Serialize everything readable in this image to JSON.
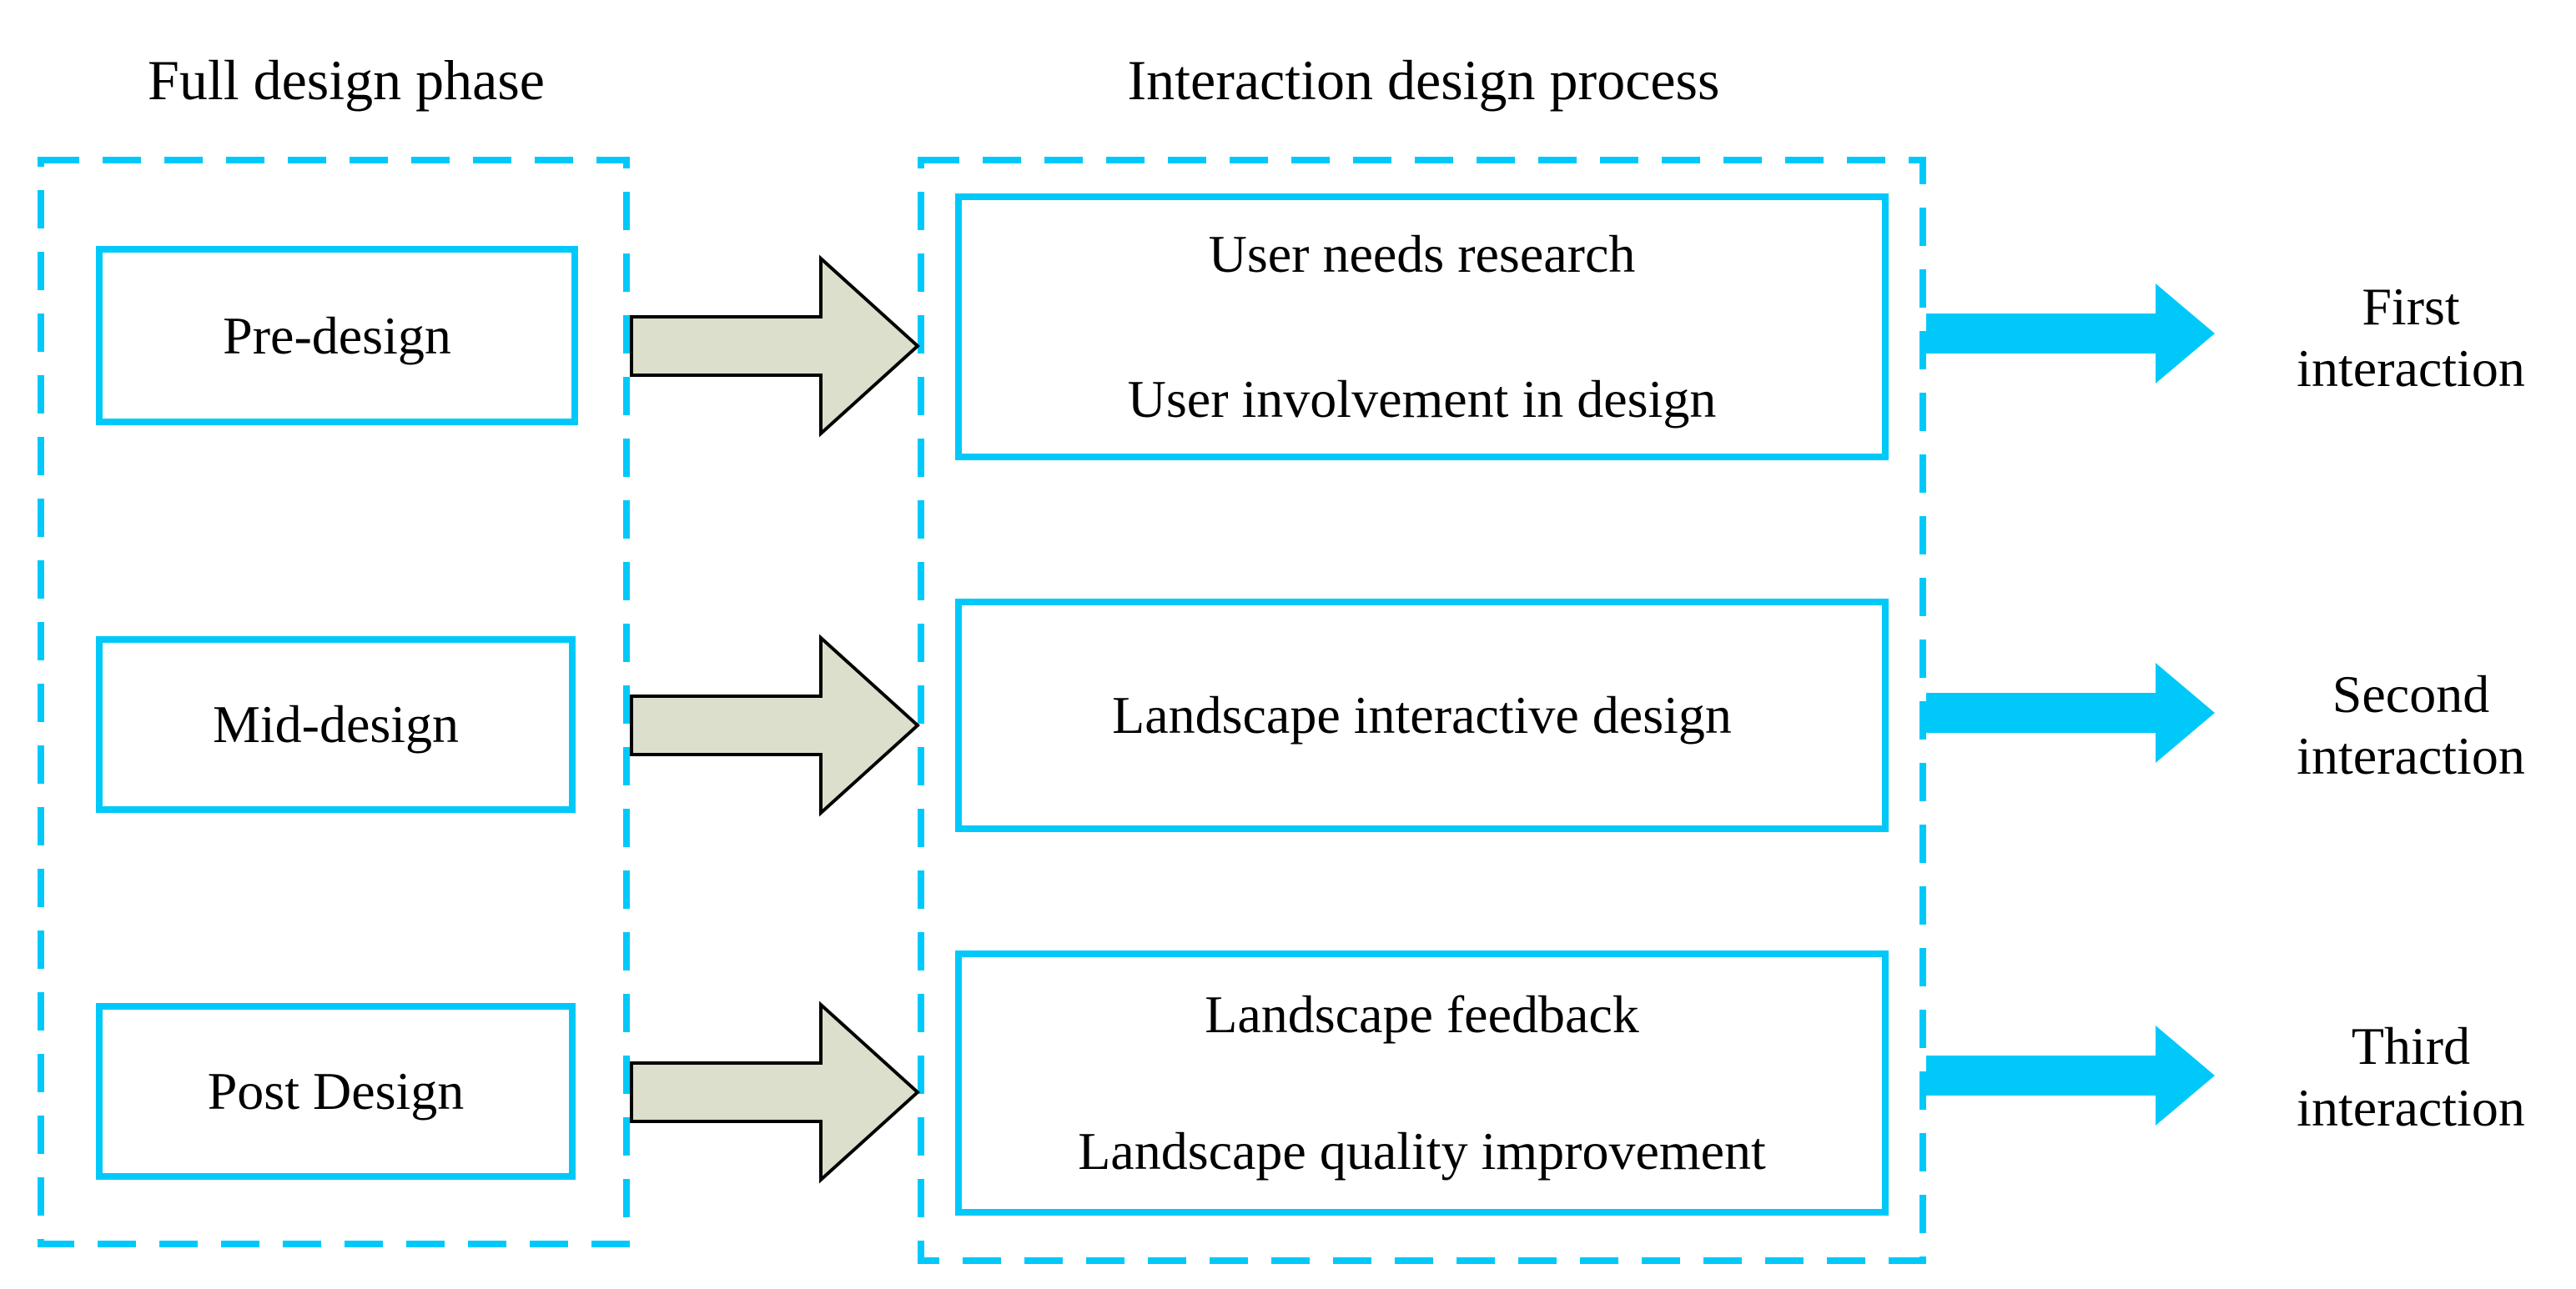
{
  "diagram": {
    "left_column": {
      "title": "Full design phase",
      "boxes": [
        {
          "label": "Pre-design"
        },
        {
          "label": "Mid-design"
        },
        {
          "label": "Post Design"
        }
      ]
    },
    "middle_column": {
      "title": "Interaction design process",
      "boxes": [
        {
          "lines": [
            "User needs research",
            "User involvement in design"
          ]
        },
        {
          "lines": [
            "Landscape interactive design"
          ]
        },
        {
          "lines": [
            "Landscape feedback",
            "Landscape quality improvement"
          ]
        }
      ]
    },
    "right_labels": [
      {
        "lines": [
          "First",
          "interaction"
        ]
      },
      {
        "lines": [
          "Second",
          "interaction"
        ]
      },
      {
        "lines": [
          "Third",
          "interaction"
        ]
      }
    ],
    "colors": {
      "cyan": "#00C9FA",
      "arrow_fill": "#DBDFCB",
      "arrow_outline": "#000000",
      "text": "#000000"
    }
  }
}
